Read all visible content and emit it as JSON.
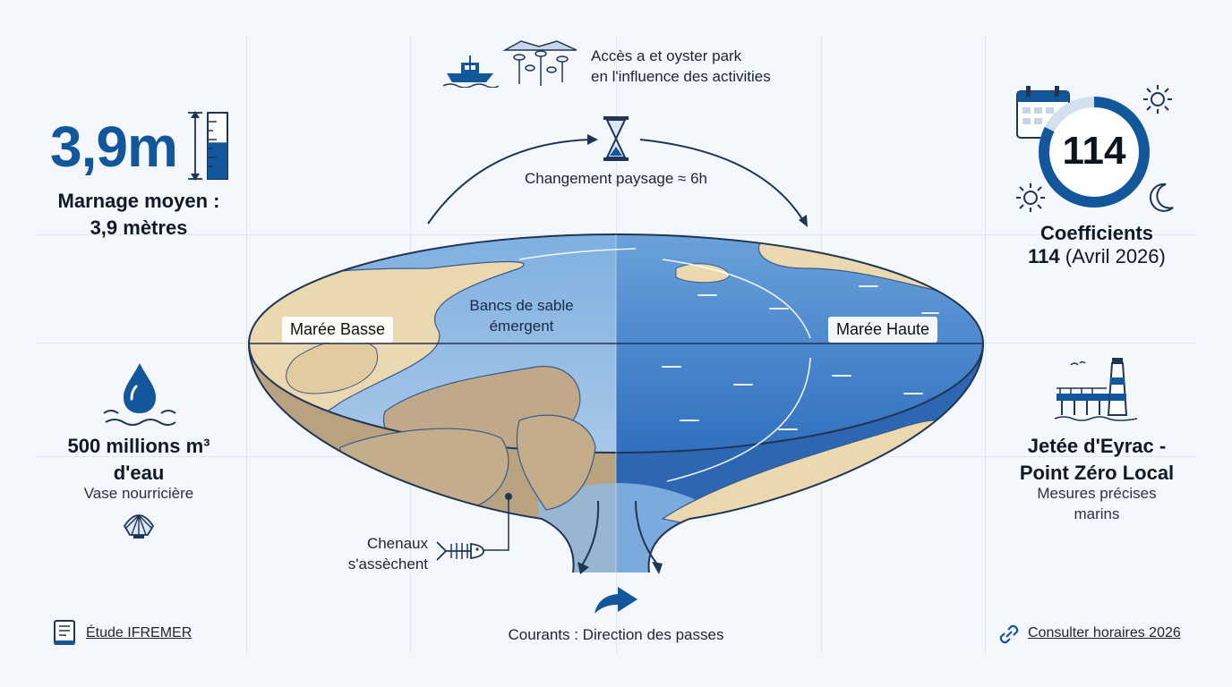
{
  "top_note": {
    "line1": "Accès a et oyster park",
    "line2": "en l'influence des activities"
  },
  "cycle_label": "Changement paysage ≈ 6h",
  "marnage": {
    "value": "3,9m",
    "title_line1": "Marnage moyen :",
    "title_line2": "3,9 mètres",
    "gauge_fill": 0.55
  },
  "coefficients": {
    "value": "114",
    "title": "Coefficients",
    "date_bold": "114",
    "date_rest": "(Avril 2026)"
  },
  "volume": {
    "title_line1": "500 millions m³",
    "title_line2": "d'eau",
    "sub": "Vase nourricière"
  },
  "jetee": {
    "title_line1": "Jetée d'Eyrac -",
    "title_line2": "Point Zéro Local",
    "sub_line1": "Mesures précises",
    "sub_line2": "marins"
  },
  "map": {
    "low_tide": "Marée Basse",
    "high_tide": "Marée Haute",
    "sandbanks_line1": "Bancs de sable",
    "sandbanks_line2": "émergent",
    "channels_line1": "Chenaux",
    "channels_line2": "s'assèchent"
  },
  "currents": "Courants : Direction des passes",
  "links": {
    "ifremer": "Étude IFREMER",
    "horaires": "Consulter horaires 2026"
  },
  "colors": {
    "accent_blue": "#12569b",
    "water": "#5a93d0",
    "sand": "#ead8b0",
    "mud": "#bfa988"
  },
  "icons": {
    "boat": "boat-icon",
    "oyster_park": "oyster-park-icon",
    "hourglass": "hourglass-icon",
    "ruler": "ruler-icon",
    "calendar": "calendar-icon",
    "sun": "sun-icon",
    "moon": "moon-icon",
    "water_drop": "water-drop-icon",
    "shell": "shell-icon",
    "lighthouse": "lighthouse-icon",
    "fish_bones": "fish-skeleton-icon",
    "book": "book-icon",
    "link": "link-icon",
    "current_arrow": "curved-arrow-icon"
  }
}
